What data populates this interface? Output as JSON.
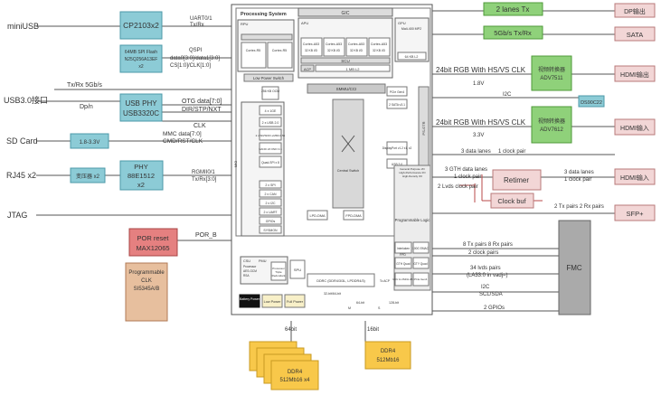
{
  "colors": {
    "teal": "#8ccbd6",
    "teal_stroke": "#4c9aa8",
    "pink": "#f2d6d6",
    "pink_stroke": "#b87a7a",
    "green": "#8fd17a",
    "green_stroke": "#4f9a3a",
    "red": "#e58080",
    "red_stroke": "#a84545",
    "tan": "#e7bf9e",
    "tan_stroke": "#b07a55",
    "orange": "#f8c84a",
    "orange_stroke": "#c99a22",
    "grey": "#ececec",
    "grey_stroke": "#555555",
    "line": "#555555",
    "line_red": "#b84a4a",
    "line_blue": "#5ea7c9"
  },
  "left_ports": {
    "miniusb": "miniUSB",
    "usb30": "USB3.0接口",
    "sdcard": "SD Card",
    "rj45": "RJ45 x2",
    "jtag": "JTAG"
  },
  "left_chips": {
    "cp2103": "CP2103x2",
    "spi_flash_lines": [
      "64MB SPI Flash",
      "N25Q256A13EF",
      "x2"
    ],
    "usbphy_lines": [
      "USB PHY",
      "USB3320C"
    ],
    "level_shift": "1.8-3.3V",
    "phy_lines": [
      "PHY",
      "88E1512",
      "x2"
    ],
    "transformer": "变压器 x2",
    "por_lines": [
      "POR reset",
      "MAX12065"
    ],
    "clk_lines": [
      "Programmable",
      "CLK",
      "SI5345A/B"
    ]
  },
  "left_signals": {
    "uart_lines": [
      "UART0/1",
      "Tx/Rx"
    ],
    "qspi_lines": [
      "QSPI",
      "data0[3:0]/data1[3:0]",
      "CS[1:0]/CLK[1:0]"
    ],
    "usb_txrx": "Tx/Rx 5Gb/s",
    "dpdn": "Dp/n",
    "otg": "OTG data[7:0]",
    "dir": "DIR/STP/NXT",
    "clk": "CLK",
    "mmc_lines": [
      "MMC data[7:0]",
      "CMD/RST/CLK"
    ],
    "rgmii_lines": [
      "RGMII0/1",
      "Tx/Rx[3:0]"
    ],
    "por_b": "POR_B"
  },
  "ddr": {
    "ps_label": "64bit",
    "pl_label": "16bit",
    "ps_chip_lines": [
      "DDR4",
      "512Mb16 x4"
    ],
    "pl_chip_lines": [
      "DDR4",
      "512Mb16"
    ]
  },
  "soc": {
    "processing_system": "Processing System",
    "gic": "GIC",
    "apu": "APU",
    "gpu": "GPU",
    "gpu_sub": "Mali-400 MP2",
    "rpu": "RPU",
    "r5_a": "Cortex-R5",
    "r5_b": "Cortex-R5",
    "cortex_a53": [
      "Cortex-A53",
      "Cortex-A53",
      "Cortex-A53",
      "Cortex-A53"
    ],
    "cache_label": "32 KB I/D",
    "scu": "SCU",
    "acp": "ACP",
    "l2": "1 MB L2",
    "l2_gpu": "64 KB L2",
    "low_power_switch": "Low Power Switch",
    "ocm": "256 KB OCM",
    "smmu": "SMMU/CCI",
    "pcie": "PCIe Gen4",
    "sata": "2 SATA v3.1",
    "displayport": "DisplayPort v1.2 x1, x2",
    "usb30_blk": "USB 3.0",
    "central_switch": "Central Switch",
    "lpd_dma": "LPD-DMA",
    "fpd_dma": "FPD-DMA",
    "gtr": "PS-GTR",
    "ps_list": [
      "4 x 1GE",
      "2 x USB 2.0",
      "2 x SD/SDIO eMMC4.51",
      "NAND x8 ONFI 3.1",
      "Quad-SPI x 8",
      "2 x SPI",
      "2 x CAN",
      "2 x I2C",
      "2 x UART",
      "GPIOs",
      "SYSMON"
    ],
    "mio": "MIO",
    "csu": "CSU",
    "pmu": "PMU",
    "csu_sub": [
      "Processor",
      "AES-GCM",
      "RSA"
    ],
    "pmu_sub": [
      "Processor",
      "Triple",
      "Redundant"
    ],
    "spu": "SPU",
    "ddrc": "DDRC (DDR4/3/3L, LPDDR4/3)",
    "battery_power": "Battery Power",
    "low_power": "Low Power",
    "full_power": "Full Power",
    "pl_header": [
      "General Purpose I/O",
      "High-Performance I/O",
      "High-Density I/O"
    ],
    "programmable_logic": "Programmable Logic",
    "interlaken": "Interlaken",
    "gth": "GTH Quad",
    "gty": "GTY Quad",
    "gbe": "100G EMAC",
    "vcu": "VCU H.264/H.265",
    "pcie4": "PCIe Gen4",
    "to_acp": "To ACP",
    "fpd_label": "FPD",
    "bus_32": "32-bit/64-bit",
    "bus_64": "64-bit",
    "bus_128": "128-bit",
    "m_label": "M",
    "s_label": "S"
  },
  "right_top": {
    "lanes2": "2 lanes Tx",
    "sata_rate": "5Gb/s Tx/Rx",
    "rgb1": "24bit RGB  With HS/VS  CLK",
    "v18": "1.8V",
    "adv7511_lines": [
      "视频转换器",
      "ADV7511"
    ],
    "i2c": "I2C",
    "ds90": "DS90C22",
    "rgb2": "24bit RGB  With HS/VS  CLK",
    "v33": "3.3V",
    "adv7612_lines": [
      "视频转换器",
      "ADV7612"
    ]
  },
  "right_ports": {
    "dp": "DP输出",
    "sata": "SATA",
    "hdmi1": "HDMI输出",
    "hdmi2": "HDMI输入",
    "hdmi3": "HDMI输入",
    "sfp": "SFP+",
    "fmc": "FMC"
  },
  "right_signals": {
    "data3": "3 data lanes",
    "clock1": "1 clock pair",
    "gth3": "3 GTH data lanes",
    "clock1b": "1 clock pair",
    "lanes2clk": "2 Lvds clock pair",
    "retimer": "Retimer",
    "data3b": "3 data lanes",
    "clock1c": "1 clock pair",
    "clock_buf": "Clock buf",
    "tx2rx2": "2 Tx pairs  2 Rx pairs",
    "fmc_tx8": "8 Tx pairs  8 Rx pairs",
    "fmc_clk2": "2 clock pairs",
    "fmc_lvds_lines": [
      "34 lvds pairs",
      "(LA33:0 in vadj=)"
    ],
    "i2c2": "I2C",
    "scl_sda": "SCL/SDA",
    "gpios": "2 GPIOs"
  }
}
